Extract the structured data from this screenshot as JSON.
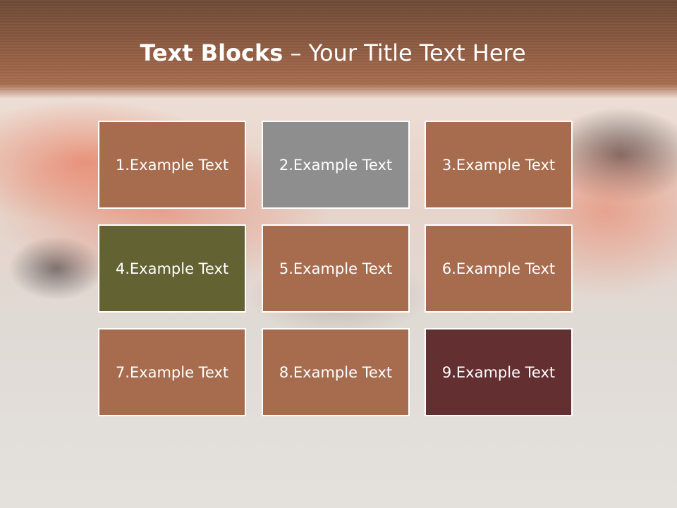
{
  "title": {
    "bold": "Text Blocks",
    "dash": " – ",
    "rest": "Your Title Text Here"
  },
  "blocks": [
    {
      "label": "1.Example Text",
      "color": "#a66c4d"
    },
    {
      "label": "2.Example Text",
      "color": "#8e8e8e"
    },
    {
      "label": "3.Example Text",
      "color": "#a66c4d"
    },
    {
      "label": "4.Example Text",
      "color": "#636232"
    },
    {
      "label": "5.Example Text",
      "color": "#a66c4d"
    },
    {
      "label": "6.Example Text",
      "color": "#a66c4d"
    },
    {
      "label": "7.Example Text",
      "color": "#a66c4d"
    },
    {
      "label": "8.Example Text",
      "color": "#a66c4d"
    },
    {
      "label": "9.Example Text",
      "color": "#632f31"
    }
  ]
}
